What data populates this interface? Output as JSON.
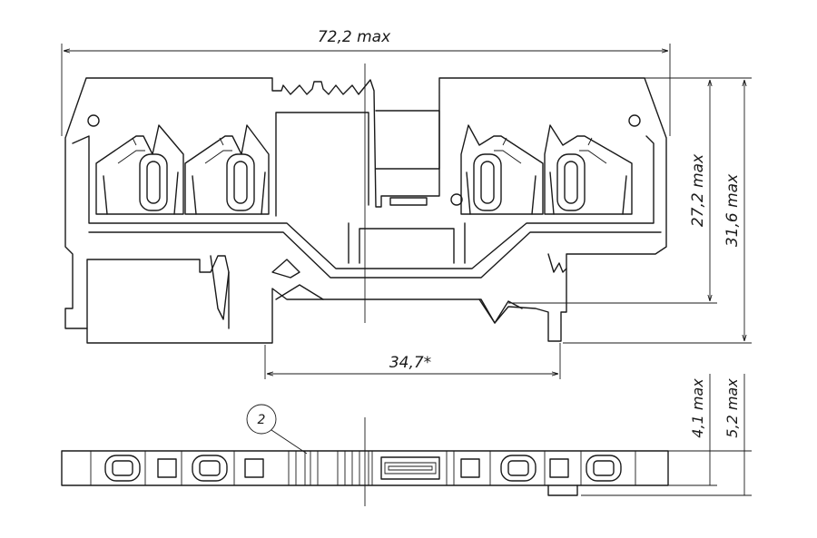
{
  "dimensions": {
    "overall_width": "72,2 max",
    "rail_width": "34,7*",
    "height_inner": "27,2 max",
    "height_total": "31,6 max",
    "thickness_small": "4,1 max",
    "thickness_large": "5,2 max"
  },
  "callout": {
    "label": "2"
  }
}
